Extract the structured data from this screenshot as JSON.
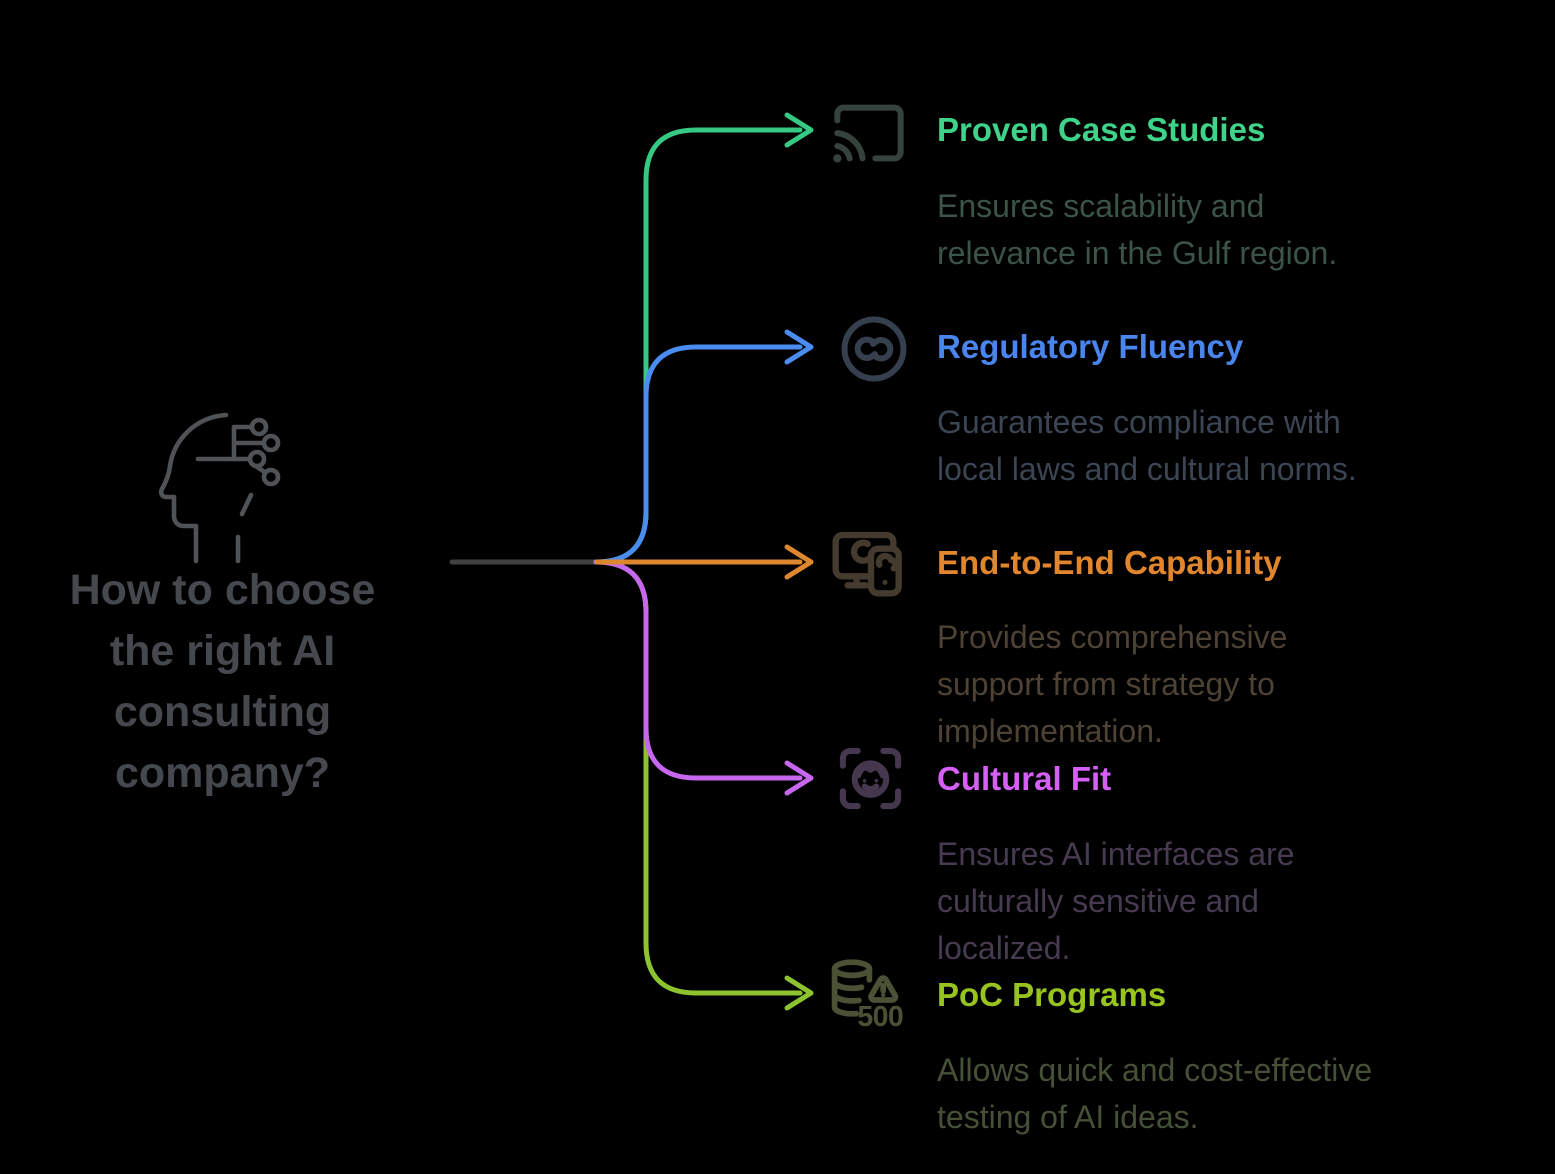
{
  "background": "#000000",
  "center": {
    "title": "How to choose\nthe right AI\nconsulting\ncompany?",
    "title_color": "#45494d",
    "icon_color": "#505356",
    "stem_color": "#3f4042"
  },
  "branches": [
    {
      "label": "Proven Case Studies",
      "description": "Ensures scalability and\nrelevance in the Gulf region.",
      "line_color": "#35c983",
      "heading_color": "#3ed389",
      "description_color": "#3c5347",
      "icon_color": "#36423c",
      "icon": "cast-icon"
    },
    {
      "label": "Regulatory Fluency",
      "description": "Guarantees compliance with\nlocal laws and cultural norms.",
      "line_color": "#4b8cf0",
      "heading_color": "#4a85ed",
      "description_color": "#3b4554",
      "icon_color": "#353f4e",
      "icon": "sync-circle-icon"
    },
    {
      "label": "End-to-End Capability",
      "description": "Provides comprehensive\nsupport from strategy to\nimplementation.",
      "line_color": "#de872f",
      "heading_color": "#e2862e",
      "description_color": "#4d4234",
      "icon_color": "#453a2e",
      "icon": "devices-icon"
    },
    {
      "label": "Cultural Fit",
      "description": "Ensures AI interfaces are\nculturally sensitive and\nlocalized.",
      "line_color": "#c766ee",
      "heading_color": "#d55ff7",
      "description_color": "#473a51",
      "icon_color": "#44374e",
      "icon": "face-scan-icon"
    },
    {
      "label": "PoC Programs",
      "description": "Allows quick and cost-effective\ntesting of AI ideas.",
      "line_color": "#8cc32e",
      "heading_color": "#98c41f",
      "description_color": "#465037",
      "icon_color": "#4a5134",
      "icon": "database-error-500-icon",
      "icon_label": "500"
    }
  ]
}
